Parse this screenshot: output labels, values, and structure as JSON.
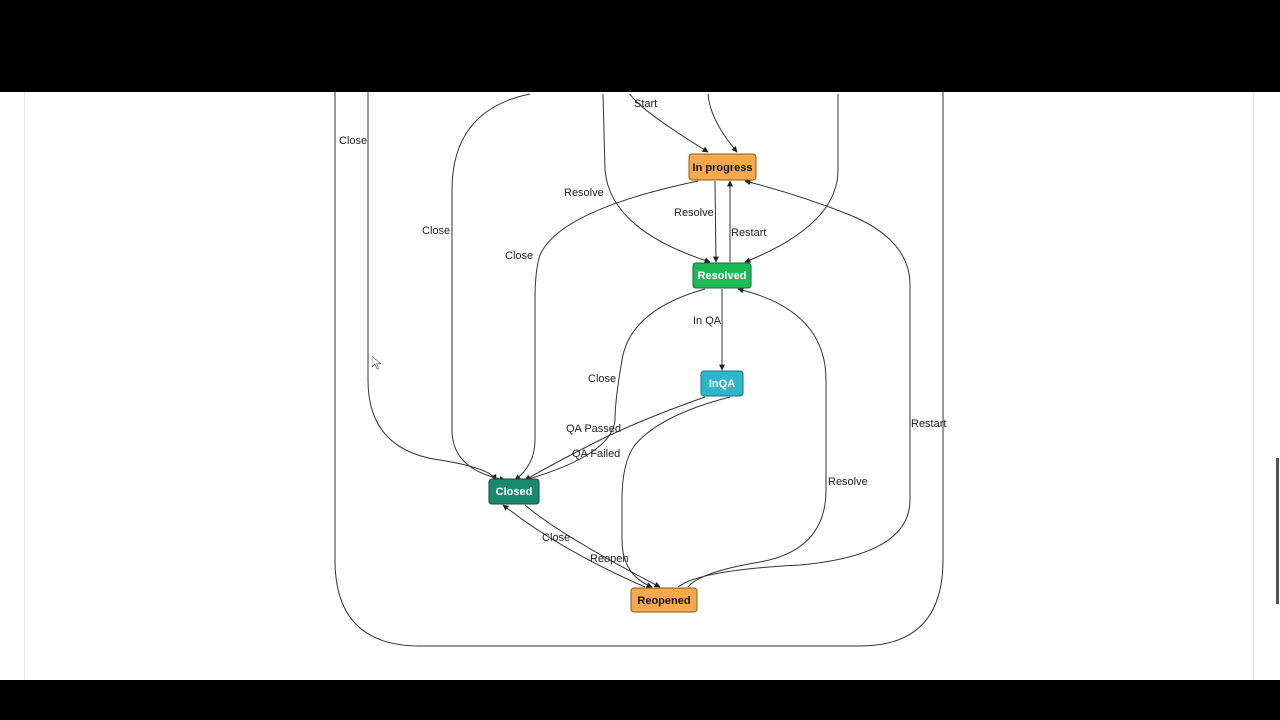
{
  "colors": {
    "in_progress": "#f5a84c",
    "resolved": "#1db954",
    "inqa": "#2db5cc",
    "closed": "#1a8a6e",
    "reopened": "#f5a84c"
  },
  "nodes": {
    "in_progress": "In progress",
    "resolved": "Resolved",
    "inqa": "InQA",
    "closed": "Closed",
    "reopened": "Reopened"
  },
  "edge_labels": {
    "start": "Start",
    "close_far_left": "Close",
    "close_left": "Close",
    "resolve_upper": "Resolve",
    "resolve_mid": "Resolve",
    "close_mid": "Close",
    "restart_mid": "Restart",
    "in_qa": "In QA",
    "close_lower": "Close",
    "qa_passed": "QA Passed",
    "qa_failed": "QA Failed",
    "restart_right": "Restart",
    "resolve_right": "Resolve",
    "close_bottom": "Close",
    "reopen": "Reopen"
  }
}
